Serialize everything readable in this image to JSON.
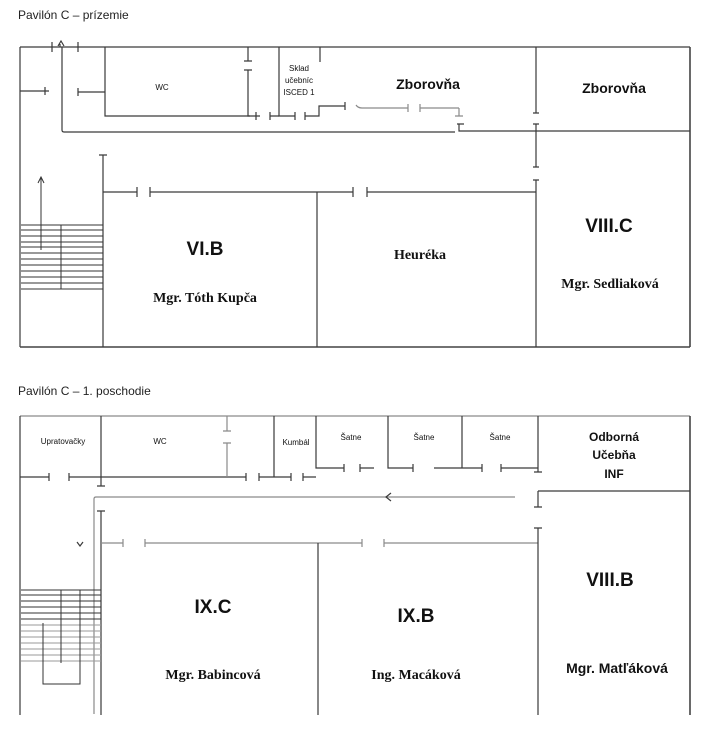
{
  "floors": [
    {
      "title": "Pavilón C – prízemie",
      "rooms": {
        "wc": "WC",
        "sklad": [
          "Sklad",
          "učebníc",
          "ISCED 1"
        ],
        "zborovna_1": "Zborovňa",
        "zborovna_2": "Zborovňa",
        "vi_b": {
          "class": "VI.B",
          "teacher": "Mgr. Tóth Kupča"
        },
        "heureka": "Heuréka",
        "viii_c": {
          "class": "VIII.C",
          "teacher": "Mgr. Sedliaková"
        }
      }
    },
    {
      "title": "Pavilón C – 1. poschodie",
      "rooms": {
        "upratovacky": "Upratovačky",
        "wc": "WC",
        "kumbal": "Kumbál",
        "satne": [
          "Šatne",
          "Šatne",
          "Šatne"
        ],
        "odborna": [
          "Odborná",
          "Učebňa",
          "INF"
        ],
        "ix_c": {
          "class": "IX.C",
          "teacher": "Mgr. Babincová"
        },
        "ix_b": {
          "class": "IX.B",
          "teacher": "Ing. Macáková"
        },
        "viii_b": {
          "class": "VIII.B",
          "teacher": "Mgr. Matľáková"
        }
      }
    }
  ]
}
